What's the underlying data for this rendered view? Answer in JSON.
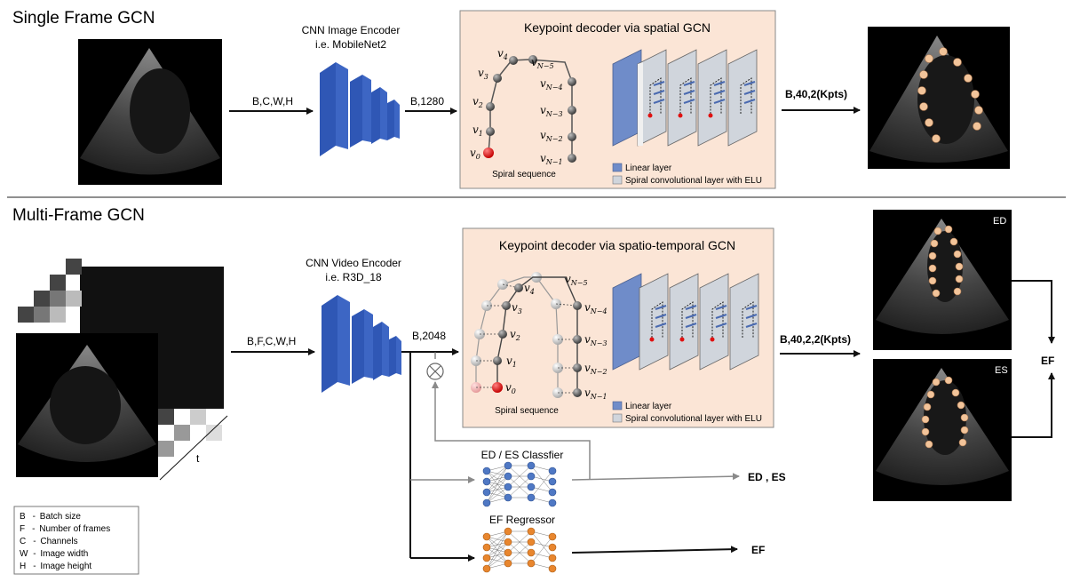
{
  "single": {
    "title": "Single Frame GCN",
    "encoder_title": "CNN Image Encoder",
    "encoder_sub": "i.e. MobileNet2",
    "in_label": "B,C,W,H",
    "feat_label": "B,1280",
    "decoder_title": "Keypoint decoder via spatial GCN",
    "out_label": "B,40,2(Kpts)",
    "spiral_label": "Spiral sequence",
    "legend_linear": "Linear layer",
    "legend_spiral": "Spiral convolutional layer with ELU"
  },
  "multi": {
    "title": "Multi-Frame GCN",
    "encoder_title": "CNN Video Encoder",
    "encoder_sub": "i.e. R3D_18",
    "in_label": "B,F,C,W,H",
    "feat_label": "B,2048",
    "decoder_title": "Keypoint decoder via spatio-temporal GCN",
    "out_label": "B,40,2,2(Kpts)",
    "spiral_label": "Spiral sequence",
    "legend_linear": "Linear layer",
    "legend_spiral": "Spiral convolutional layer with ELU",
    "time_label": "t",
    "classifier_title": "ED / ES Classfier",
    "classifier_out": "ED , ES",
    "regressor_title": "EF Regressor",
    "regressor_out": "EF",
    "ed_tag": "ED",
    "es_tag": "ES",
    "ef_label": "EF"
  },
  "nodes": {
    "v0": "v",
    "v0s": "0",
    "v1": "v",
    "v1s": "1",
    "v2": "v",
    "v2s": "2",
    "v3": "v",
    "v3s": "3",
    "v4": "v",
    "v4s": "4",
    "vn1": "v",
    "vn1s": "N−1",
    "vn2": "v",
    "vn2s": "N−2",
    "vn3": "v",
    "vn3s": "N−3",
    "vn4": "v",
    "vn4s": "N−4",
    "vn5": "v",
    "vn5s": "N−5"
  },
  "legend": [
    {
      "key": "B",
      "text": "Batch size"
    },
    {
      "key": "F",
      "text": "Number of frames"
    },
    {
      "key": "C",
      "text": "Channels"
    },
    {
      "key": "W",
      "text": "Image width"
    },
    {
      "key": "H",
      "text": "Image height"
    }
  ],
  "colors": {
    "panel_bg": "#fbe5d6",
    "panel_border": "#8a8a8a",
    "encoder_blue": "#2f57b5",
    "linear_layer": "#6f8cc9",
    "spiral_layer": "#d0d5dc",
    "node_red": "#e01010",
    "node_gray": "#555555",
    "nn_blue": "#4f78c4",
    "nn_orange": "#e8862e",
    "keypoint": "#f2c49a"
  }
}
